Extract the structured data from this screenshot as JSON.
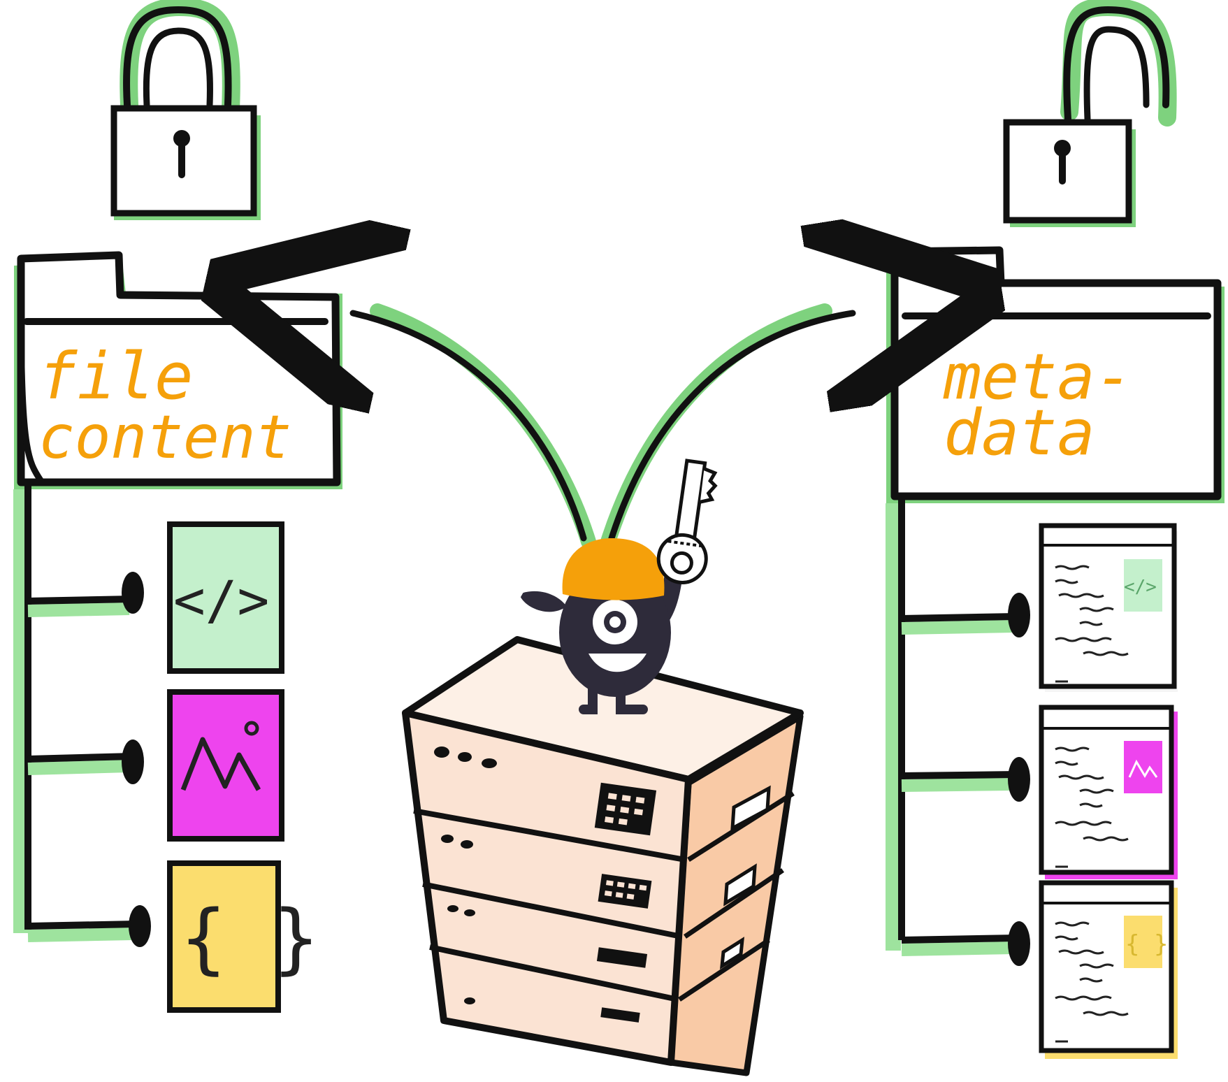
{
  "left_folder": {
    "label_line1": "file",
    "label_line2": "content",
    "lock_state": "locked",
    "lock_icon": "padlock-closed-icon",
    "items": [
      {
        "icon": "code-icon",
        "glyph": "</>",
        "color": "#c4f0cc"
      },
      {
        "icon": "image-icon",
        "color": "#ee44ee"
      },
      {
        "icon": "braces-icon",
        "glyph": "{ }",
        "color": "#fbdd6e"
      }
    ]
  },
  "right_folder": {
    "label_line1": "meta-",
    "label_line2": "data",
    "lock_state": "unlocked",
    "lock_icon": "padlock-open-icon",
    "items": [
      {
        "icon": "code-doc-icon",
        "glyph": "</>",
        "color": "#c4f0cc"
      },
      {
        "icon": "image-doc-icon",
        "color": "#ee44ee"
      },
      {
        "icon": "braces-doc-icon",
        "glyph": "{ }",
        "color": "#fbdd6e"
      }
    ]
  },
  "center": {
    "character": "one-eyed-mascot-icon",
    "held_item": "key-icon",
    "stand": "server-stack-icon"
  },
  "colors": {
    "outline": "#111111",
    "highlight_green": "#7ed27e",
    "label_orange": "#f5a00a",
    "hat_orange": "#f5a00a",
    "mascot_dark": "#2e2b3a",
    "server_peach": "#fbe3d3",
    "server_side": "#f9caa6",
    "code_green": "#c4f0cc",
    "image_magenta": "#ee44ee",
    "braces_yellow": "#fbdd6e"
  }
}
